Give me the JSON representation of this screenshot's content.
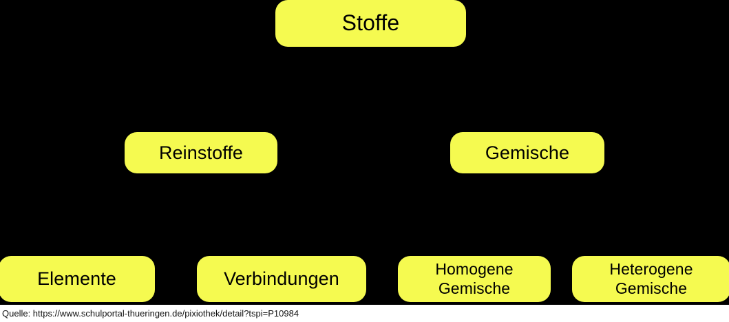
{
  "diagram": {
    "type": "hierarchy-tree",
    "background_color": "#000000",
    "node_fill_color": "#f5fa50",
    "node_text_color": "#000000",
    "levels": [
      {
        "level": 1,
        "nodes": [
          {
            "id": "stoffe",
            "label": "Stoffe"
          }
        ]
      },
      {
        "level": 2,
        "nodes": [
          {
            "id": "reinstoffe",
            "label": "Reinstoffe"
          },
          {
            "id": "gemische",
            "label": "Gemische"
          }
        ]
      },
      {
        "level": 3,
        "nodes": [
          {
            "id": "elemente",
            "label": "Elemente"
          },
          {
            "id": "verbindungen",
            "label": "Verbindungen"
          },
          {
            "id": "homogene-gemische",
            "label": "Homogene\nGemische"
          },
          {
            "id": "heterogene-gemische",
            "label": "Heterogene\nGemische"
          }
        ]
      }
    ]
  },
  "caption": {
    "text": "Quelle: https://www.schulportal-thueringen.de/pixiothek/detail?tspi=P10984"
  }
}
